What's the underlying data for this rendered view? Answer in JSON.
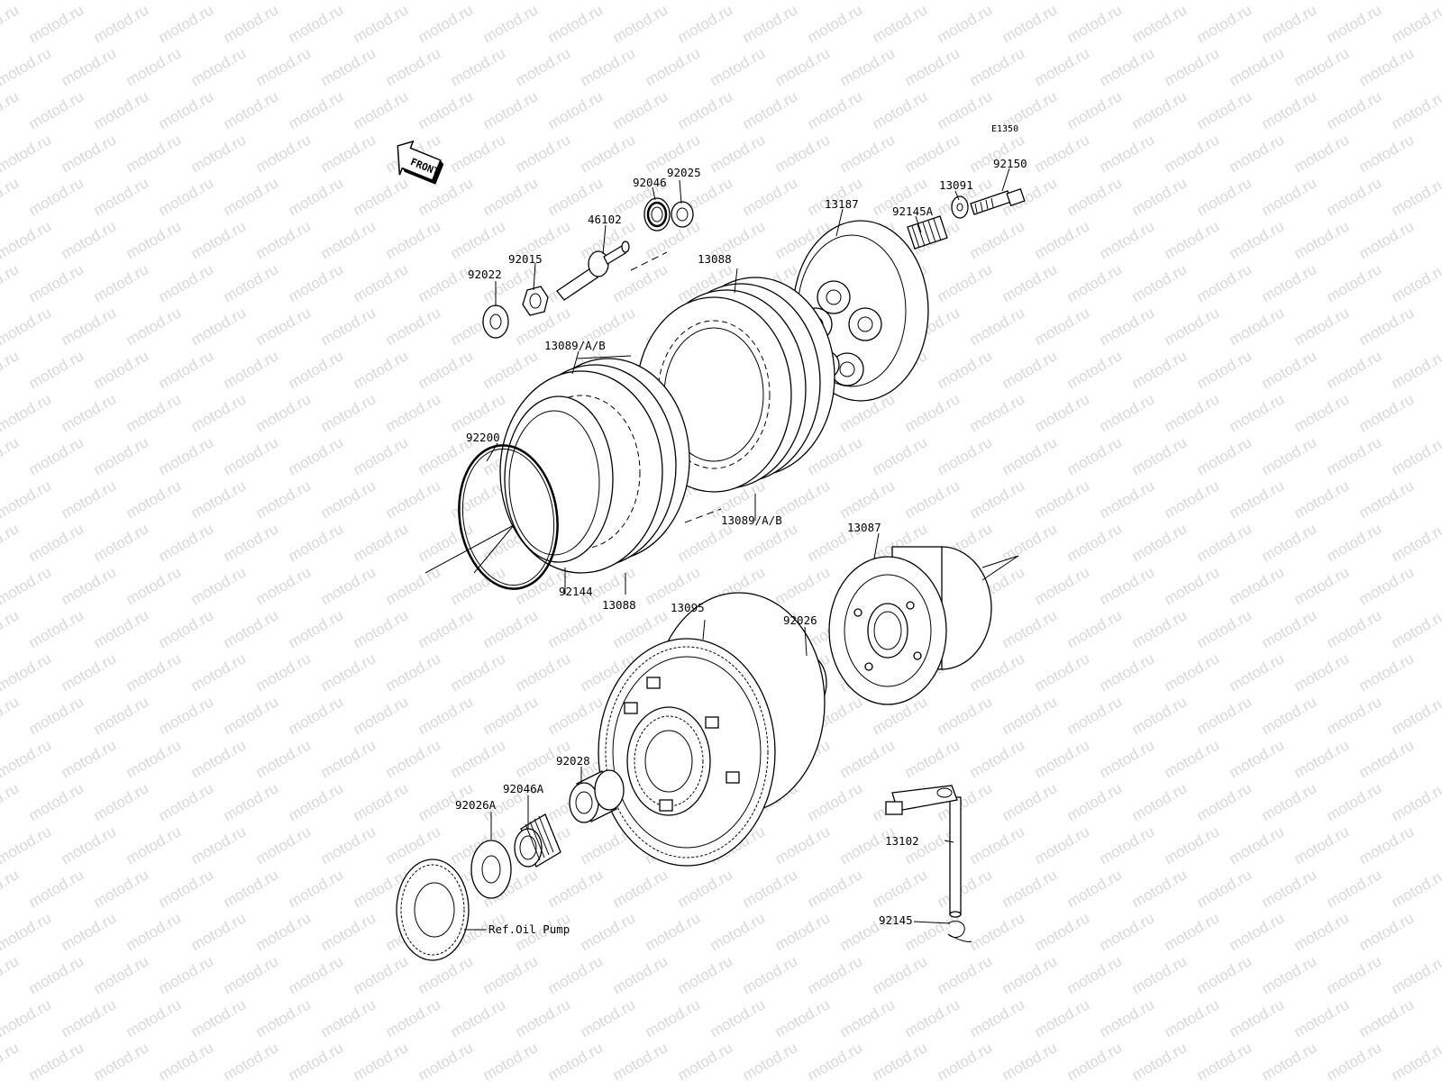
{
  "diagram": {
    "code": "E1350",
    "front_label": "FRONT",
    "watermark": "motod.ru",
    "parts": [
      {
        "id": "p-92150",
        "label": "92150"
      },
      {
        "id": "p-13091",
        "label": "13091"
      },
      {
        "id": "p-92145a",
        "label": "92145A"
      },
      {
        "id": "p-13187",
        "label": "13187"
      },
      {
        "id": "p-92025",
        "label": "92025"
      },
      {
        "id": "p-92046",
        "label": "92046"
      },
      {
        "id": "p-46102",
        "label": "46102"
      },
      {
        "id": "p-92015",
        "label": "92015"
      },
      {
        "id": "p-92022",
        "label": "92022"
      },
      {
        "id": "p-13088-top",
        "label": "13088"
      },
      {
        "id": "p-13089-top",
        "label": "13089/A/B"
      },
      {
        "id": "p-92200",
        "label": "92200"
      },
      {
        "id": "p-13089-bottom",
        "label": "13089/A/B"
      },
      {
        "id": "p-92144",
        "label": "92144"
      },
      {
        "id": "p-13088-bottom",
        "label": "13088"
      },
      {
        "id": "p-13087",
        "label": "13087"
      },
      {
        "id": "p-13095",
        "label": "13095"
      },
      {
        "id": "p-92026",
        "label": "92026"
      },
      {
        "id": "p-92028",
        "label": "92028"
      },
      {
        "id": "p-92046a",
        "label": "92046A"
      },
      {
        "id": "p-92026a",
        "label": "92026A"
      },
      {
        "id": "p-13102",
        "label": "13102"
      },
      {
        "id": "p-92145",
        "label": "92145"
      },
      {
        "id": "p-ref-oil-pump",
        "label": "Ref.Oil Pump"
      }
    ]
  }
}
